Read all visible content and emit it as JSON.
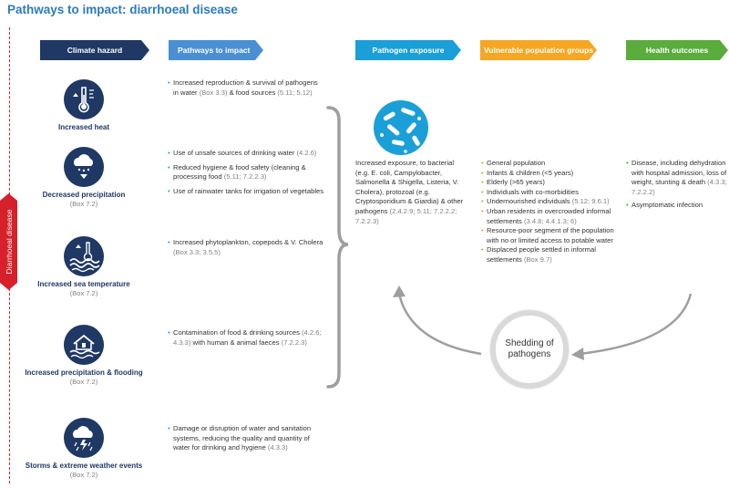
{
  "title": "Pathways to impact: diarrhoeal disease",
  "side_label": "Diarrhoeal disease",
  "headers": {
    "climate_hazard": "Climate hazard",
    "pathways": "Pathways to impact",
    "pathogen_exposure": "Pathogen exposure",
    "vulnerable": "Vulnerable population groups",
    "health": "Health outcomes"
  },
  "colors": {
    "navy": "#1f3864",
    "blue": "#4a8fd4",
    "teal": "#1a9fd8",
    "orange": "#f5a623",
    "green": "#5aac3c",
    "red": "#d6202b"
  },
  "hazards": [
    {
      "icon": "thermometer-up-icon",
      "label": "Increased heat",
      "ref": ""
    },
    {
      "icon": "cloud-rain-down-icon",
      "label": "Decreased precipitation",
      "ref": "(Box 7.2)"
    },
    {
      "icon": "sea-temperature-icon",
      "label": "Increased sea temperature",
      "ref": "(Box 7.2)"
    },
    {
      "icon": "flooded-house-icon",
      "label": "Increased precipitation & flooding",
      "ref": "(Box 7.2)"
    },
    {
      "icon": "storm-icon",
      "label": "Storms & extreme weather events",
      "ref": "(Box 7.2)"
    }
  ],
  "pathways": {
    "heat": [
      {
        "text": "Increased reproduction & survival of pathogens in water ",
        "ref1": "(Box 3.3)",
        "text2": " & food sources ",
        "ref2": "(5.11; 5.12)"
      }
    ],
    "precip": [
      {
        "text": "Use of unsafe sources of drinking water ",
        "ref1": "(4.2.6)",
        "text2": "",
        "ref2": ""
      },
      {
        "text": "Reduced hygiene & food safety (cleaning & processing food ",
        "ref1": "(5.11; 7.2.2.3)",
        "text2": "",
        "ref2": ""
      },
      {
        "text": "Use of rainwater tanks for irrigation of vegetables",
        "ref1": "",
        "text2": "",
        "ref2": ""
      }
    ],
    "sea": [
      {
        "text": "Increased phytoplankton, copepods & V. Cholera ",
        "ref1": "(Box 3.3; 3.5.5)",
        "text2": "",
        "ref2": ""
      }
    ],
    "flood": [
      {
        "text": "Contamination of food & drinking sources ",
        "ref1": "(4.2.6; 4.3.3)",
        "text2": " with human & animal faeces ",
        "ref2": "(7.2.2.3)"
      }
    ],
    "storm": [
      {
        "text": "Damage or disruption of water and sanitation systems, reducing the quality and quantity of water for drinking and hygiene ",
        "ref1": "(4.3.3)",
        "text2": "",
        "ref2": ""
      }
    ]
  },
  "exposure": {
    "text": "Increased exposure, to bacterial (e.g. E. coli, Campylobacter, Salmonella & Shigella, Listeria, V. Cholera), protozoal (e.g. Cryptosporidium & Giardia) & other pathogens ",
    "ref": "(2.4.2.9; 5.11; 7.2.2.2; 7.2.2.3)"
  },
  "vulnerable": [
    {
      "text": "General population",
      "ref": ""
    },
    {
      "text": "Infants & children (<5 years)",
      "ref": ""
    },
    {
      "text": "Elderly (>65 years)",
      "ref": ""
    },
    {
      "text": "Individuals with co-morbidities",
      "ref": ""
    },
    {
      "text": "Undernourished individuals ",
      "ref": "(5.12; 9.6.1)"
    },
    {
      "text": "Urban residents in overcrowded informal settlements ",
      "ref": "(3.4.8; 4.4.1.3; 6)"
    },
    {
      "text": "Resource-poor segment of the population with no or limited access to potable water",
      "ref": ""
    },
    {
      "text": "Displaced people settled in informal settlements ",
      "ref": "(Box 9.7)"
    }
  ],
  "health": [
    {
      "text": "Disease, including dehydration with hospital admission, loss of weight, stunting & death ",
      "ref": "(4.3.3; 7.2.2.2)"
    },
    {
      "text": "Asymptomatic infection",
      "ref": ""
    }
  ],
  "shedding": "Shedding of pathogens"
}
